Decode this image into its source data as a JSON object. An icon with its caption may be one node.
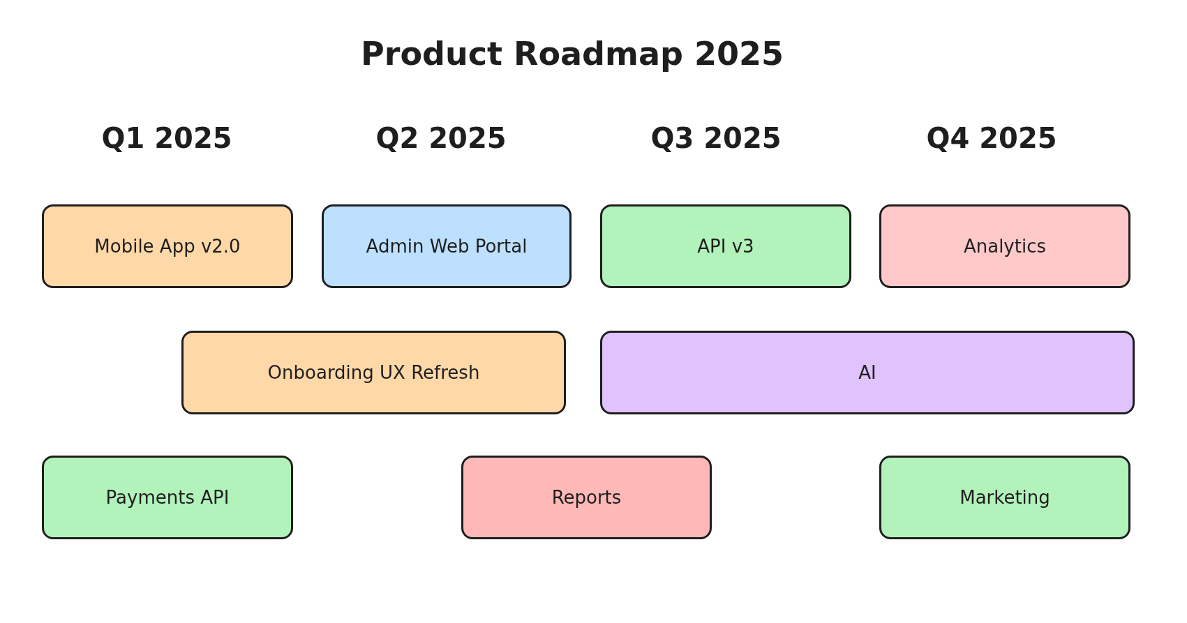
{
  "diagram": {
    "title": "Product Roadmap 2025",
    "nodes": [
      {
        "text": [
          "Mobile App v2.0"
        ]
      },
      {
        "text": [
          "Admin Web Portal"
        ]
      },
      {
        "text": [
          "API v3"
        ]
      },
      {
        "text": [
          "Analytics"
        ]
      },
      {
        "text": [
          "Onboarding UX Refresh"
        ]
      },
      {
        "text": [
          "AI"
        ]
      },
      {
        "text": [
          "Payments API"
        ]
      },
      {
        "text": [
          "Reports"
        ]
      },
      {
        "text": [
          "Marketing"
        ]
      }
    ],
    "labels": [
      "Q1 2025",
      "Q2 2025",
      "Q3 2025",
      "Q4 2025"
    ]
  }
}
